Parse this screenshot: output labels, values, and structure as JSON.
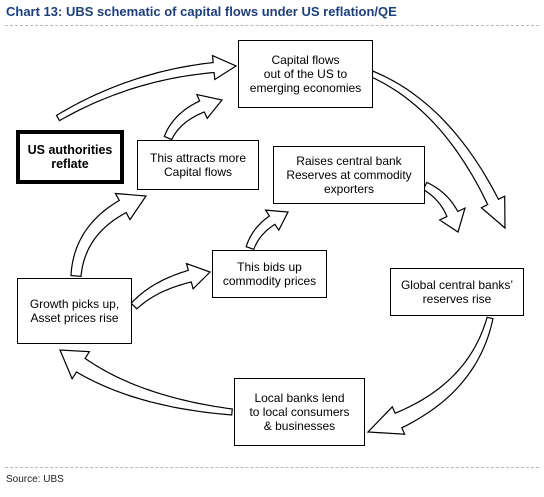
{
  "title": "Chart 13: UBS schematic of capital flows under US reflation/QE",
  "source": "Source: UBS",
  "nodes": {
    "us_authorities": "US authorities\nreflate",
    "capital_flows_out": "Capital flows\nout of the US to\nemerging economies",
    "attracts_capital": "This attracts more\nCapital flows",
    "raises_reserves": "Raises central bank\nReserves at commodity\nexporters",
    "global_reserves": "Global  central banks’\nreserves rise",
    "bids_up_commodities": "This bids up\ncommodity prices",
    "growth_picks_up": "Growth picks up,\nAsset prices rise",
    "local_banks": "Local banks lend\nto local consumers\n& businesses"
  },
  "colors": {
    "title": "#1f3f7a",
    "rule": "#b9b9b9",
    "line": "#000000",
    "fill": "#ffffff"
  }
}
